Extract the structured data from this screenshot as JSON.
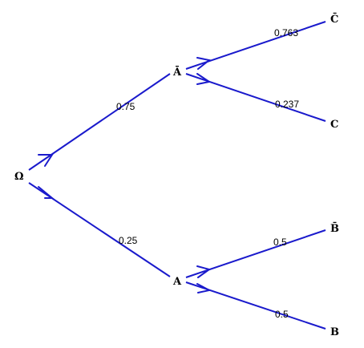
{
  "diagram": {
    "type": "probability-tree",
    "edge_color": "#1a1acc",
    "nodes": {
      "root": {
        "label": "Ω"
      },
      "a_bar": {
        "label": "Ā"
      },
      "a": {
        "label": "A"
      },
      "c_bar": {
        "label": "C̄"
      },
      "c": {
        "label": "C"
      },
      "b_bar": {
        "label": "B̄"
      },
      "b": {
        "label": "B"
      }
    },
    "edges": {
      "root_abar": {
        "from": "Ω",
        "to": "Ā",
        "probability": "0.75"
      },
      "root_a": {
        "from": "Ω",
        "to": "A",
        "probability": "0.25"
      },
      "abar_cbar": {
        "from": "Ā",
        "to": "C̄",
        "probability": "0.763"
      },
      "abar_c": {
        "from": "Ā",
        "to": "C",
        "probability": "0.237"
      },
      "a_bbar": {
        "from": "A",
        "to": "B̄",
        "probability": "0.5"
      },
      "a_b": {
        "from": "A",
        "to": "B",
        "probability": "0.5"
      }
    }
  }
}
